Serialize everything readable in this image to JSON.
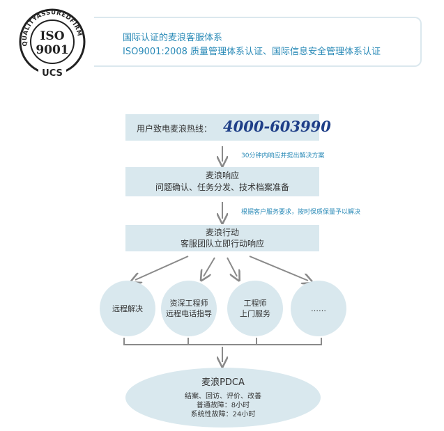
{
  "seal": {
    "ring_text": "QUALITYASSUREDFIRM",
    "line1": "ISO",
    "line2": "9001",
    "badge": "UCS"
  },
  "certification": {
    "line1": "国际认证的麦浪客服体系",
    "line2": "ISO9001:2008 质量管理体系认证、国际信息安全管理体系认证"
  },
  "flow": {
    "hotline_label": "用户致电麦浪热线：",
    "hotline_number": "4000-603990",
    "note1": "30分钟内响应并提出解决方案",
    "response_title": "麦浪响应",
    "response_detail": "问题确认、任务分发、技术档案准备",
    "note2": "根据客户服务要求，按时保质保量予以解决",
    "action_title": "麦浪行动",
    "action_detail": "客服团队立即行动响应",
    "circles": [
      {
        "line1": "远程解决",
        "line2": ""
      },
      {
        "line1": "资深工程师",
        "line2": "远程电话指导"
      },
      {
        "line1": "工程师",
        "line2": "上门服务"
      },
      {
        "line1": "……",
        "line2": ""
      }
    ],
    "pdca_title": "麦浪PDCA",
    "pdca_lines": [
      "结案、回访、评价、改善",
      "普通故障：8小时",
      "系统性故障：24小时"
    ]
  },
  "colors": {
    "box_fill": "#d9e8ee",
    "accent_text": "#2a8ab7",
    "hotline_text": "#1f3f88",
    "connector": "#8a8a8a"
  }
}
